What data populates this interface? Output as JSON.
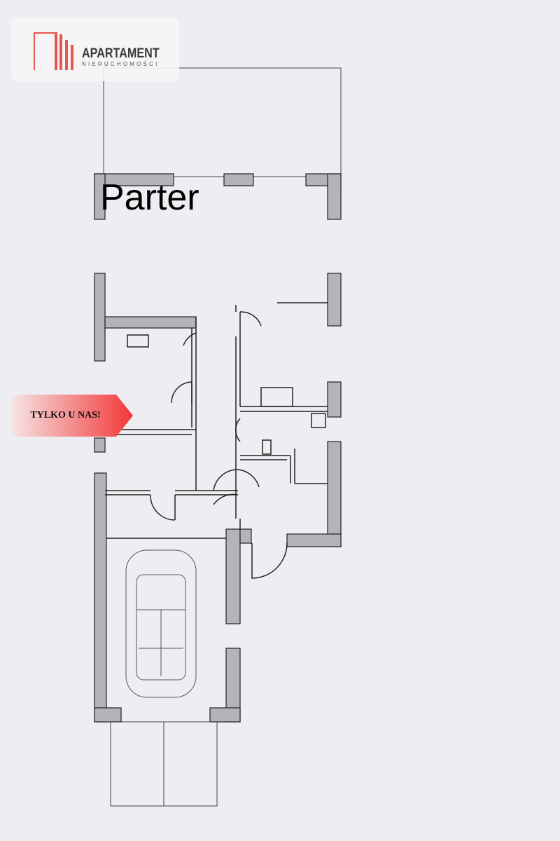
{
  "logo": {
    "name": "APARTAMENT",
    "subtitle": "NIERUCHOMOŚCI",
    "color": "#e8574f"
  },
  "plan": {
    "title": "Parter"
  },
  "badge": {
    "label": "TYLKO U NAS!",
    "color": "#f03a3a"
  }
}
